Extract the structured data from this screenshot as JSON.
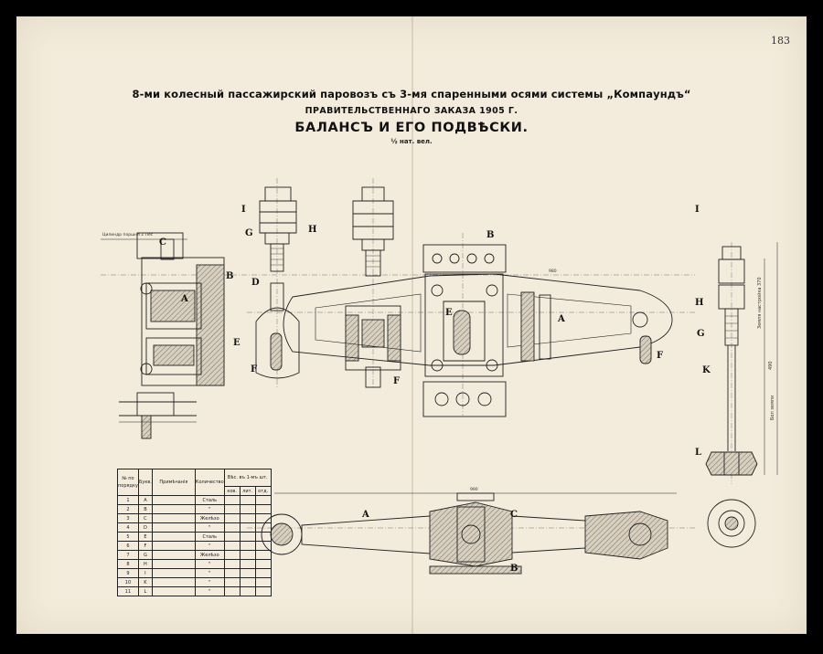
{
  "page": {
    "number": "183"
  },
  "titles": {
    "line1": "8-ми колесный пассажирский паровозъ съ 3-мя спаренными осями системы „Компаундъ“",
    "line2": "ПРАВИТЕЛЬСТВЕННАГО ЗАКАЗА 1905 Г.",
    "line3": "БАЛАНСЪ И ЕГО ПОДВѢСКИ.",
    "scale": "½ нат. вел."
  },
  "part_labels": {
    "A": "A",
    "B": "B",
    "C": "C",
    "D": "D",
    "E": "E",
    "F": "F",
    "G": "G",
    "H": "H",
    "I": "I",
    "K": "K",
    "L": "L"
  },
  "dimensions": {
    "top_length": "980",
    "bottom_length": "990",
    "side_height": "490",
    "rod_length": "Бол земли",
    "left_note": "Цилиндр поршня 2 Лес",
    "right_note": "Земля настройка 370"
  },
  "parts_table": {
    "headers": {
      "no": "№ по порядку",
      "letter": "Букв.",
      "name": "Примѣчанія",
      "qty": "Количество",
      "weight": "Вѣс. въ 1-мъ шт.",
      "weight_sub": [
        "ков.",
        "лит.",
        "отд."
      ]
    },
    "rows": [
      {
        "no": "1",
        "letter": "A",
        "material": "Сталь"
      },
      {
        "no": "2",
        "letter": "B",
        "material": "\""
      },
      {
        "no": "3",
        "letter": "C",
        "material": "Желѣзо"
      },
      {
        "no": "4",
        "letter": "D",
        "material": "\""
      },
      {
        "no": "5",
        "letter": "E",
        "material": "Сталь"
      },
      {
        "no": "6",
        "letter": "F",
        "material": "\""
      },
      {
        "no": "7",
        "letter": "G",
        "material": "Желѣзо"
      },
      {
        "no": "8",
        "letter": "H",
        "material": "\""
      },
      {
        "no": "9",
        "letter": "I",
        "material": "\""
      },
      {
        "no": "10",
        "letter": "K",
        "material": "\""
      },
      {
        "no": "11",
        "letter": "L",
        "material": "\""
      }
    ]
  }
}
